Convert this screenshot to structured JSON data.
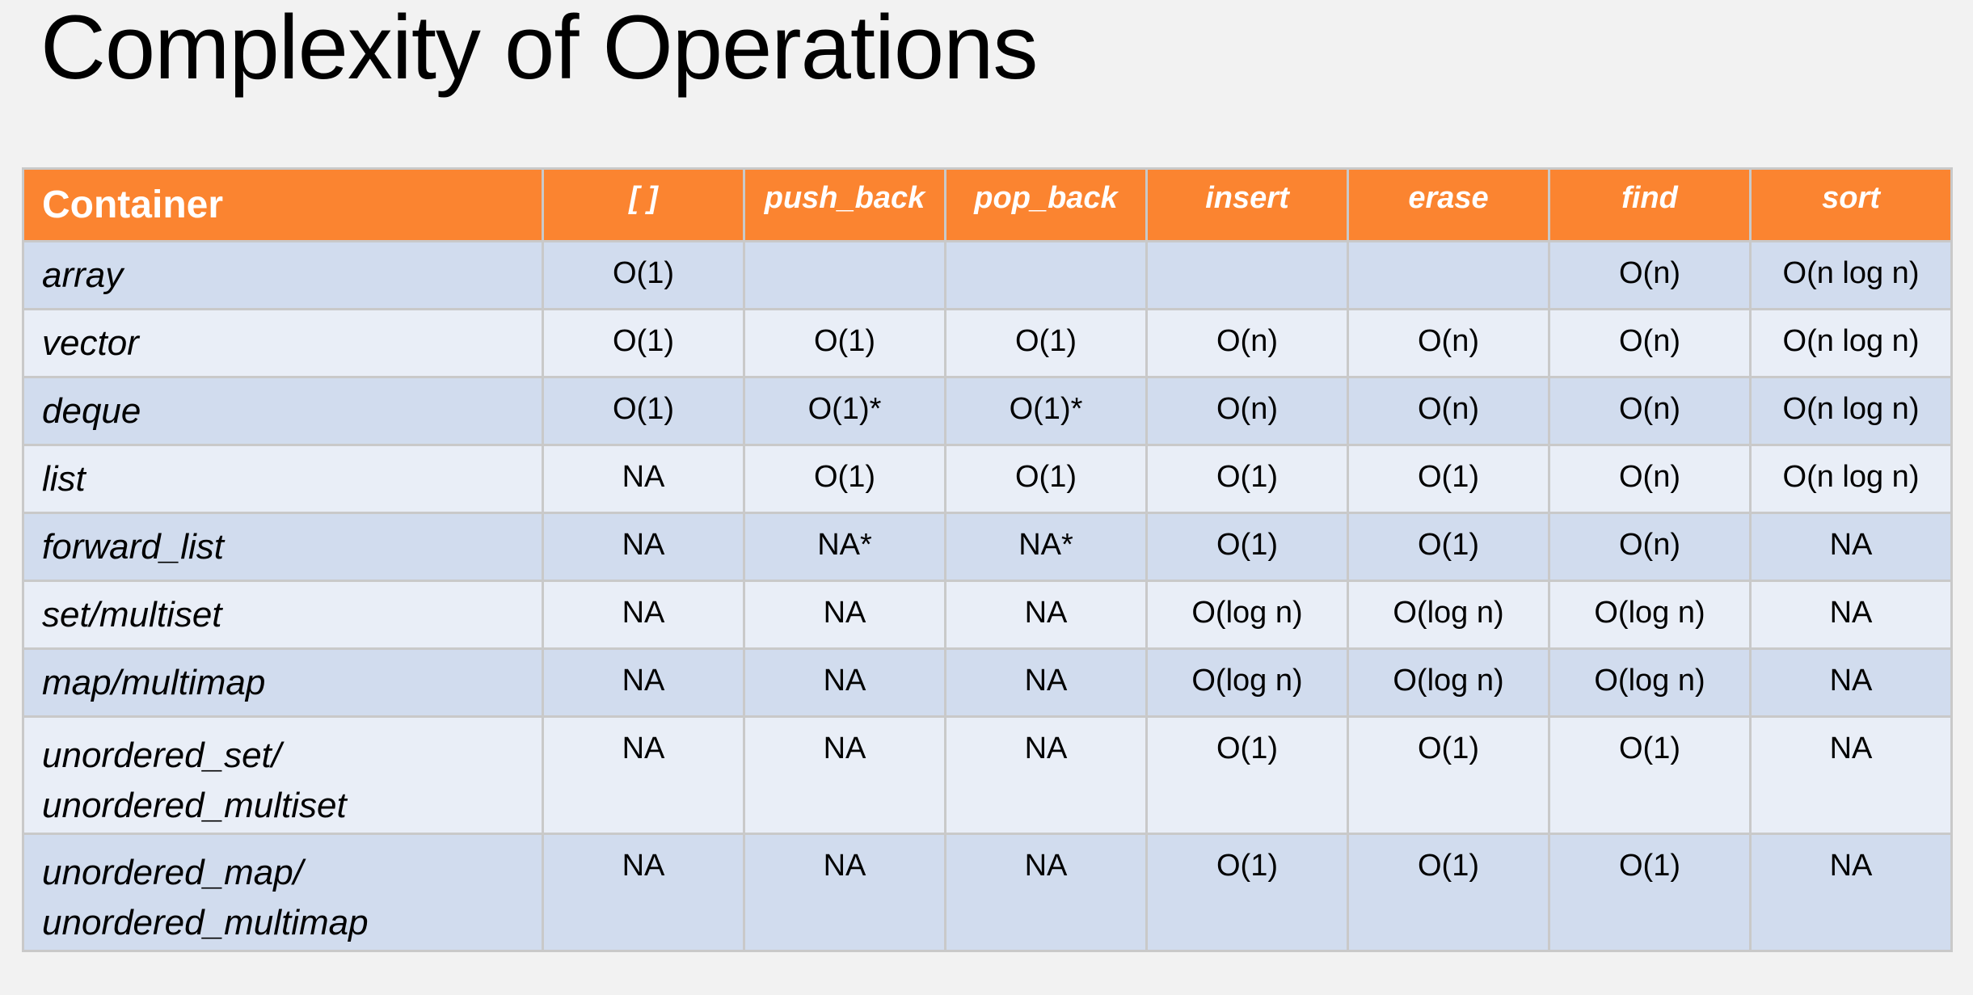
{
  "title": "Complexity of Operations",
  "table": {
    "headers": [
      "Container",
      "[ ]",
      "push_back",
      "pop_back",
      "insert",
      "erase",
      "find",
      "sort"
    ],
    "rows": [
      {
        "name": [
          "array"
        ],
        "cells": [
          "O(1)",
          "",
          "",
          "",
          "",
          "O(n)",
          "O(n log n)"
        ]
      },
      {
        "name": [
          "vector"
        ],
        "cells": [
          "O(1)",
          "O(1)",
          "O(1)",
          "O(n)",
          "O(n)",
          "O(n)",
          "O(n log n)"
        ]
      },
      {
        "name": [
          "deque"
        ],
        "cells": [
          "O(1)",
          "O(1)*",
          "O(1)*",
          "O(n)",
          "O(n)",
          "O(n)",
          "O(n log n)"
        ]
      },
      {
        "name": [
          "list"
        ],
        "cells": [
          "NA",
          "O(1)",
          "O(1)",
          "O(1)",
          "O(1)",
          "O(n)",
          "O(n log n)"
        ]
      },
      {
        "name": [
          "forward_list"
        ],
        "cells": [
          "NA",
          "NA*",
          "NA*",
          "O(1)",
          "O(1)",
          "O(n)",
          "NA"
        ]
      },
      {
        "name": [
          "set/multiset"
        ],
        "cells": [
          "NA",
          "NA",
          "NA",
          "O(log n)",
          "O(log n)",
          "O(log n)",
          "NA"
        ]
      },
      {
        "name": [
          "map/multimap"
        ],
        "cells": [
          "NA",
          "NA",
          "NA",
          "O(log n)",
          "O(log n)",
          "O(log n)",
          "NA"
        ]
      },
      {
        "name": [
          "unordered_set/",
          "unordered_multiset"
        ],
        "cells": [
          "NA",
          "NA",
          "NA",
          "O(1)",
          "O(1)",
          "O(1)",
          "NA"
        ]
      },
      {
        "name": [
          "unordered_map/",
          "unordered_multimap"
        ],
        "cells": [
          "NA",
          "NA",
          "NA",
          "O(1)",
          "O(1)",
          "O(1)",
          "NA"
        ]
      }
    ]
  },
  "colors": {
    "header_bg": "#fb8430",
    "row_odd_bg": "#d1dcee",
    "row_even_bg": "#e9eef7",
    "page_bg": "#f2f2f2"
  }
}
